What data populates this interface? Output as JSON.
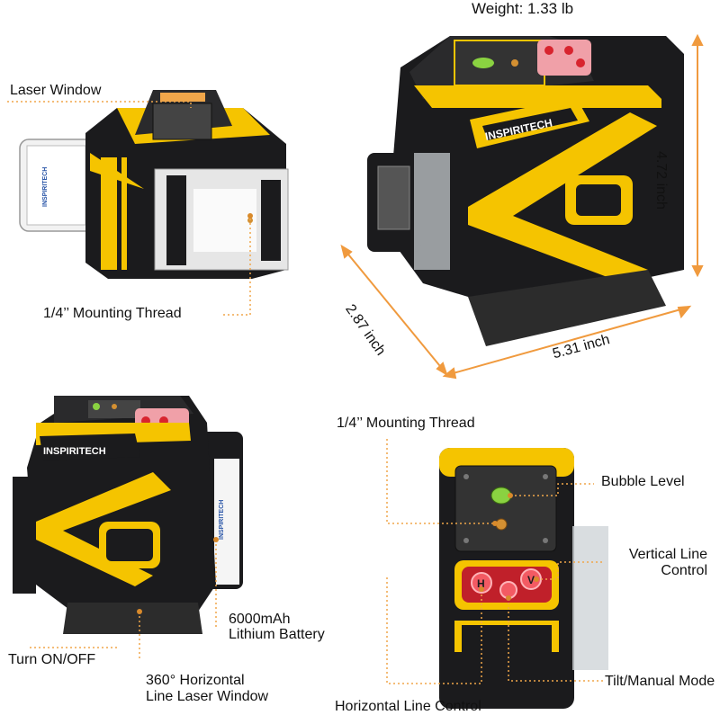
{
  "colors": {
    "body_yellow": "#f5c400",
    "body_black": "#1b1b1d",
    "leader_orange": "#f0a64a",
    "dimension_orange": "#f09a3e",
    "button_red": "#d8242e"
  },
  "product": {
    "brand": "INSPIRITECH",
    "battery_brand": "INSPIRITECH"
  },
  "specs": {
    "weight": "Weight: 1.33 lb",
    "height": "4.72 inch",
    "depth": "2.87 inch",
    "width": "5.31 inch"
  },
  "callouts": {
    "laser_window": "Laser Window",
    "mounting_thread_top": "1/4’’ Mounting Thread",
    "mounting_thread_bottom": "1/4’’ Mounting Thread",
    "bubble_level": "Bubble Level",
    "vertical_line_control_1": "Vertical Line",
    "vertical_line_control_2": "Control",
    "battery_1": "6000mAh",
    "battery_2": "Lithium Battery",
    "turn_on_off": "Turn ON/OFF",
    "horizontal_window_1": "360° Horizontal",
    "horizontal_window_2": "Line Laser Window",
    "tilt_manual_mode": "Tilt/Manual Mode",
    "horizontal_line_control": "Horizontal Line Control"
  },
  "buttons": {
    "horizontal": "H",
    "vertical": "V"
  }
}
